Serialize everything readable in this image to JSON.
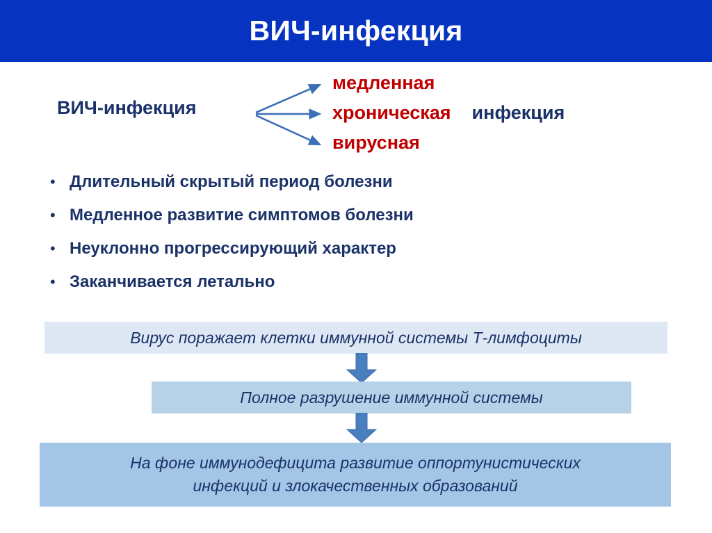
{
  "slide": {
    "title": "ВИЧ-инфекция",
    "title_bar_color": "#0733c1",
    "title_text_color": "#ffffff"
  },
  "fan_diagram": {
    "source_label": "ВИЧ-инфекция",
    "source_color": "#1b3269",
    "branch_color": "#c00000",
    "arrow_color": "#3b6fb8",
    "branches": [
      {
        "label": "медленная"
      },
      {
        "label": "хроническая"
      },
      {
        "label": "вирусная"
      }
    ],
    "suffix_label": "инфекция",
    "suffix_color": "#1b3269"
  },
  "bullets": {
    "marker": "•",
    "text_color": "#1b3269",
    "items": [
      {
        "label": "Длительный скрытый период болезни"
      },
      {
        "label": "Медленное развитие симптомов болезни"
      },
      {
        "label": "Неуклонно прогрессирующий характер"
      },
      {
        "label": "Заканчивается летально"
      }
    ]
  },
  "flow": {
    "arrow_color": "#4a7fbf",
    "text_color": "#1b3269",
    "steps": [
      {
        "text": "Вирус поражает клетки иммунной системы Т-лимфоциты",
        "bg": "#dee8f5"
      },
      {
        "text": "Полное разрушение иммунной системы",
        "bg": "#b6d2e8"
      },
      {
        "text_line_1": "На фоне иммунодефицита развитие оппортунистических",
        "text_line_2": "инфекций и злокачественных образований",
        "bg": "#a3c6e6"
      }
    ]
  }
}
